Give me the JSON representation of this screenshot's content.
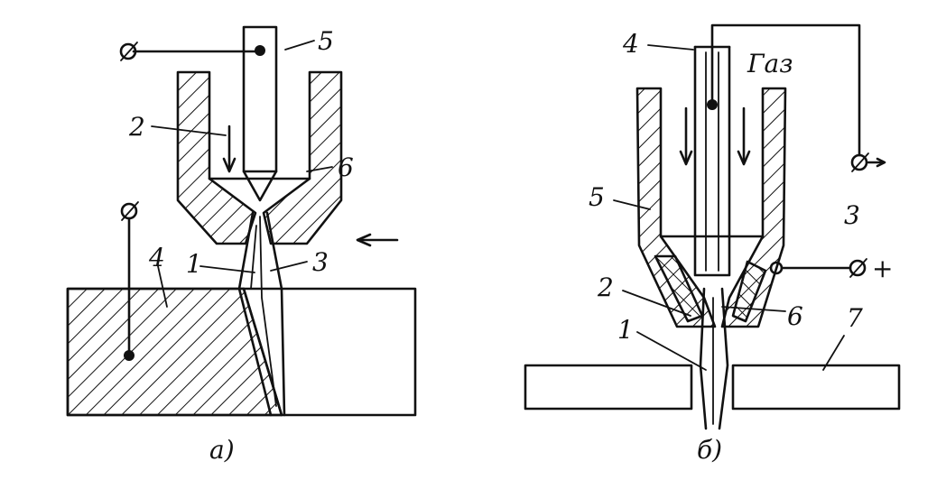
{
  "diagram_a": {
    "caption": "а)",
    "labels": {
      "n1": "1",
      "n2": "2",
      "n3": "3",
      "n4": "4",
      "n5": "5",
      "n6": "6"
    }
  },
  "diagram_b": {
    "caption": "б)",
    "gas_label": "Газ",
    "labels": {
      "n1": "1",
      "n2": "2",
      "n3": "3",
      "n4": "4",
      "n5": "5",
      "n6": "6",
      "n7": "7"
    },
    "terminal_plus": "+"
  },
  "colors": {
    "ink": "#111111",
    "paper": "#ffffff"
  }
}
